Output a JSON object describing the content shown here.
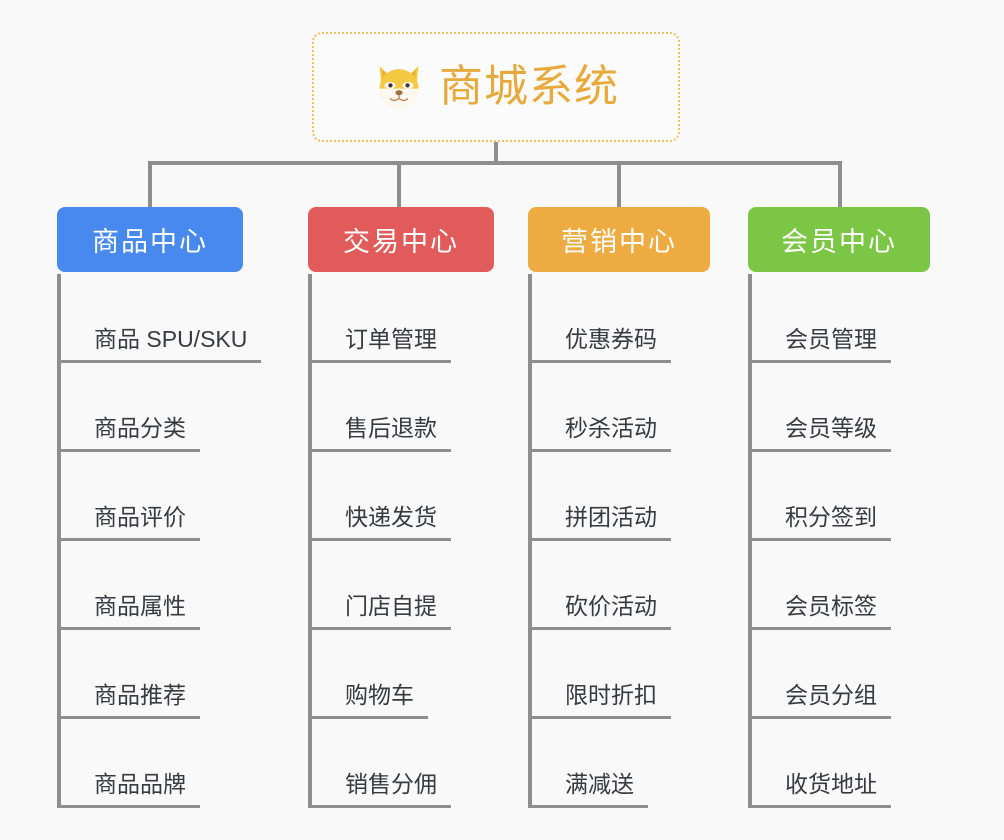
{
  "background_color": "#f9f9f9",
  "root": {
    "title": "商城系统",
    "icon": "shiba-dog-face-emoji",
    "title_color": "#e8a93b",
    "border_color": "#f0bf5e"
  },
  "connector_color": "#8e8e8e",
  "columns": [
    {
      "label": "商品中心",
      "color": "#4789ee",
      "items": [
        "商品 SPU/SKU",
        "商品分类",
        "商品评价",
        "商品属性",
        "商品推荐",
        "商品品牌"
      ]
    },
    {
      "label": "交易中心",
      "color": "#e25b5b",
      "items": [
        "订单管理",
        "售后退款",
        "快递发货",
        "门店自提",
        "购物车",
        "销售分佣"
      ]
    },
    {
      "label": "营销中心",
      "color": "#eeab41",
      "items": [
        "优惠券码",
        "秒杀活动",
        "拼团活动",
        "砍价活动",
        "限时折扣",
        "满减送"
      ]
    },
    {
      "label": "会员中心",
      "color": "#7cc646",
      "items": [
        "会员管理",
        "会员等级",
        "积分签到",
        "会员标签",
        "会员分组",
        "收货地址"
      ]
    }
  ]
}
